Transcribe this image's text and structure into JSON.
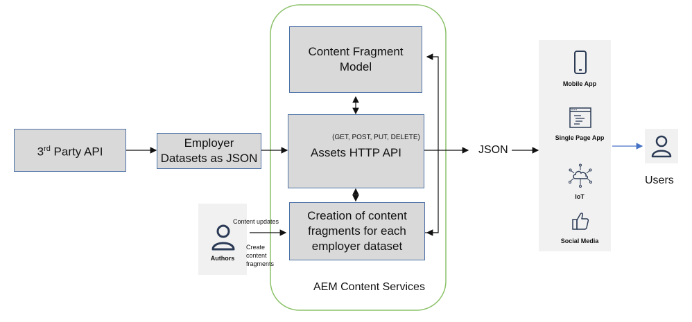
{
  "third_party_api": {
    "label_prefix": "3",
    "label_sup": "rd",
    "label_suffix": " Party API"
  },
  "employer_datasets": {
    "line1": "Employer",
    "line2": "Datasets as JSON"
  },
  "content_fragment_model": {
    "line1": "Content Fragment",
    "line2": "Model"
  },
  "assets_http_api": {
    "methods": "(GET, POST, PUT, DELETE)",
    "label": "Assets HTTP API"
  },
  "creation_box": {
    "line1": "Creation of content",
    "line2": "fragments for each",
    "line3": "employer dataset"
  },
  "aem_container": {
    "label": "AEM Content Services"
  },
  "authors": {
    "label": "Authors",
    "annotation_top": "Content updates",
    "annotation_bottom_1": "Create",
    "annotation_bottom_2": "content",
    "annotation_bottom_3": "fragments"
  },
  "json_label": "JSON",
  "channels": [
    {
      "label": "Mobile App",
      "icon": "mobile-phone-icon"
    },
    {
      "label": "Single Page App",
      "icon": "browser-window-icon"
    },
    {
      "label": "IoT",
      "icon": "cloud-network-icon"
    },
    {
      "label": "Social Media",
      "icon": "thumbs-up-icon"
    }
  ],
  "users": {
    "label": "Users",
    "icon": "user-icon"
  },
  "colors": {
    "box_fill": "#d9d9d9",
    "box_border": "#4a6fa5",
    "container_border": "#8cc26a",
    "panel_fill": "#f1f1f1",
    "arrow_to_users": "#4472c4"
  }
}
